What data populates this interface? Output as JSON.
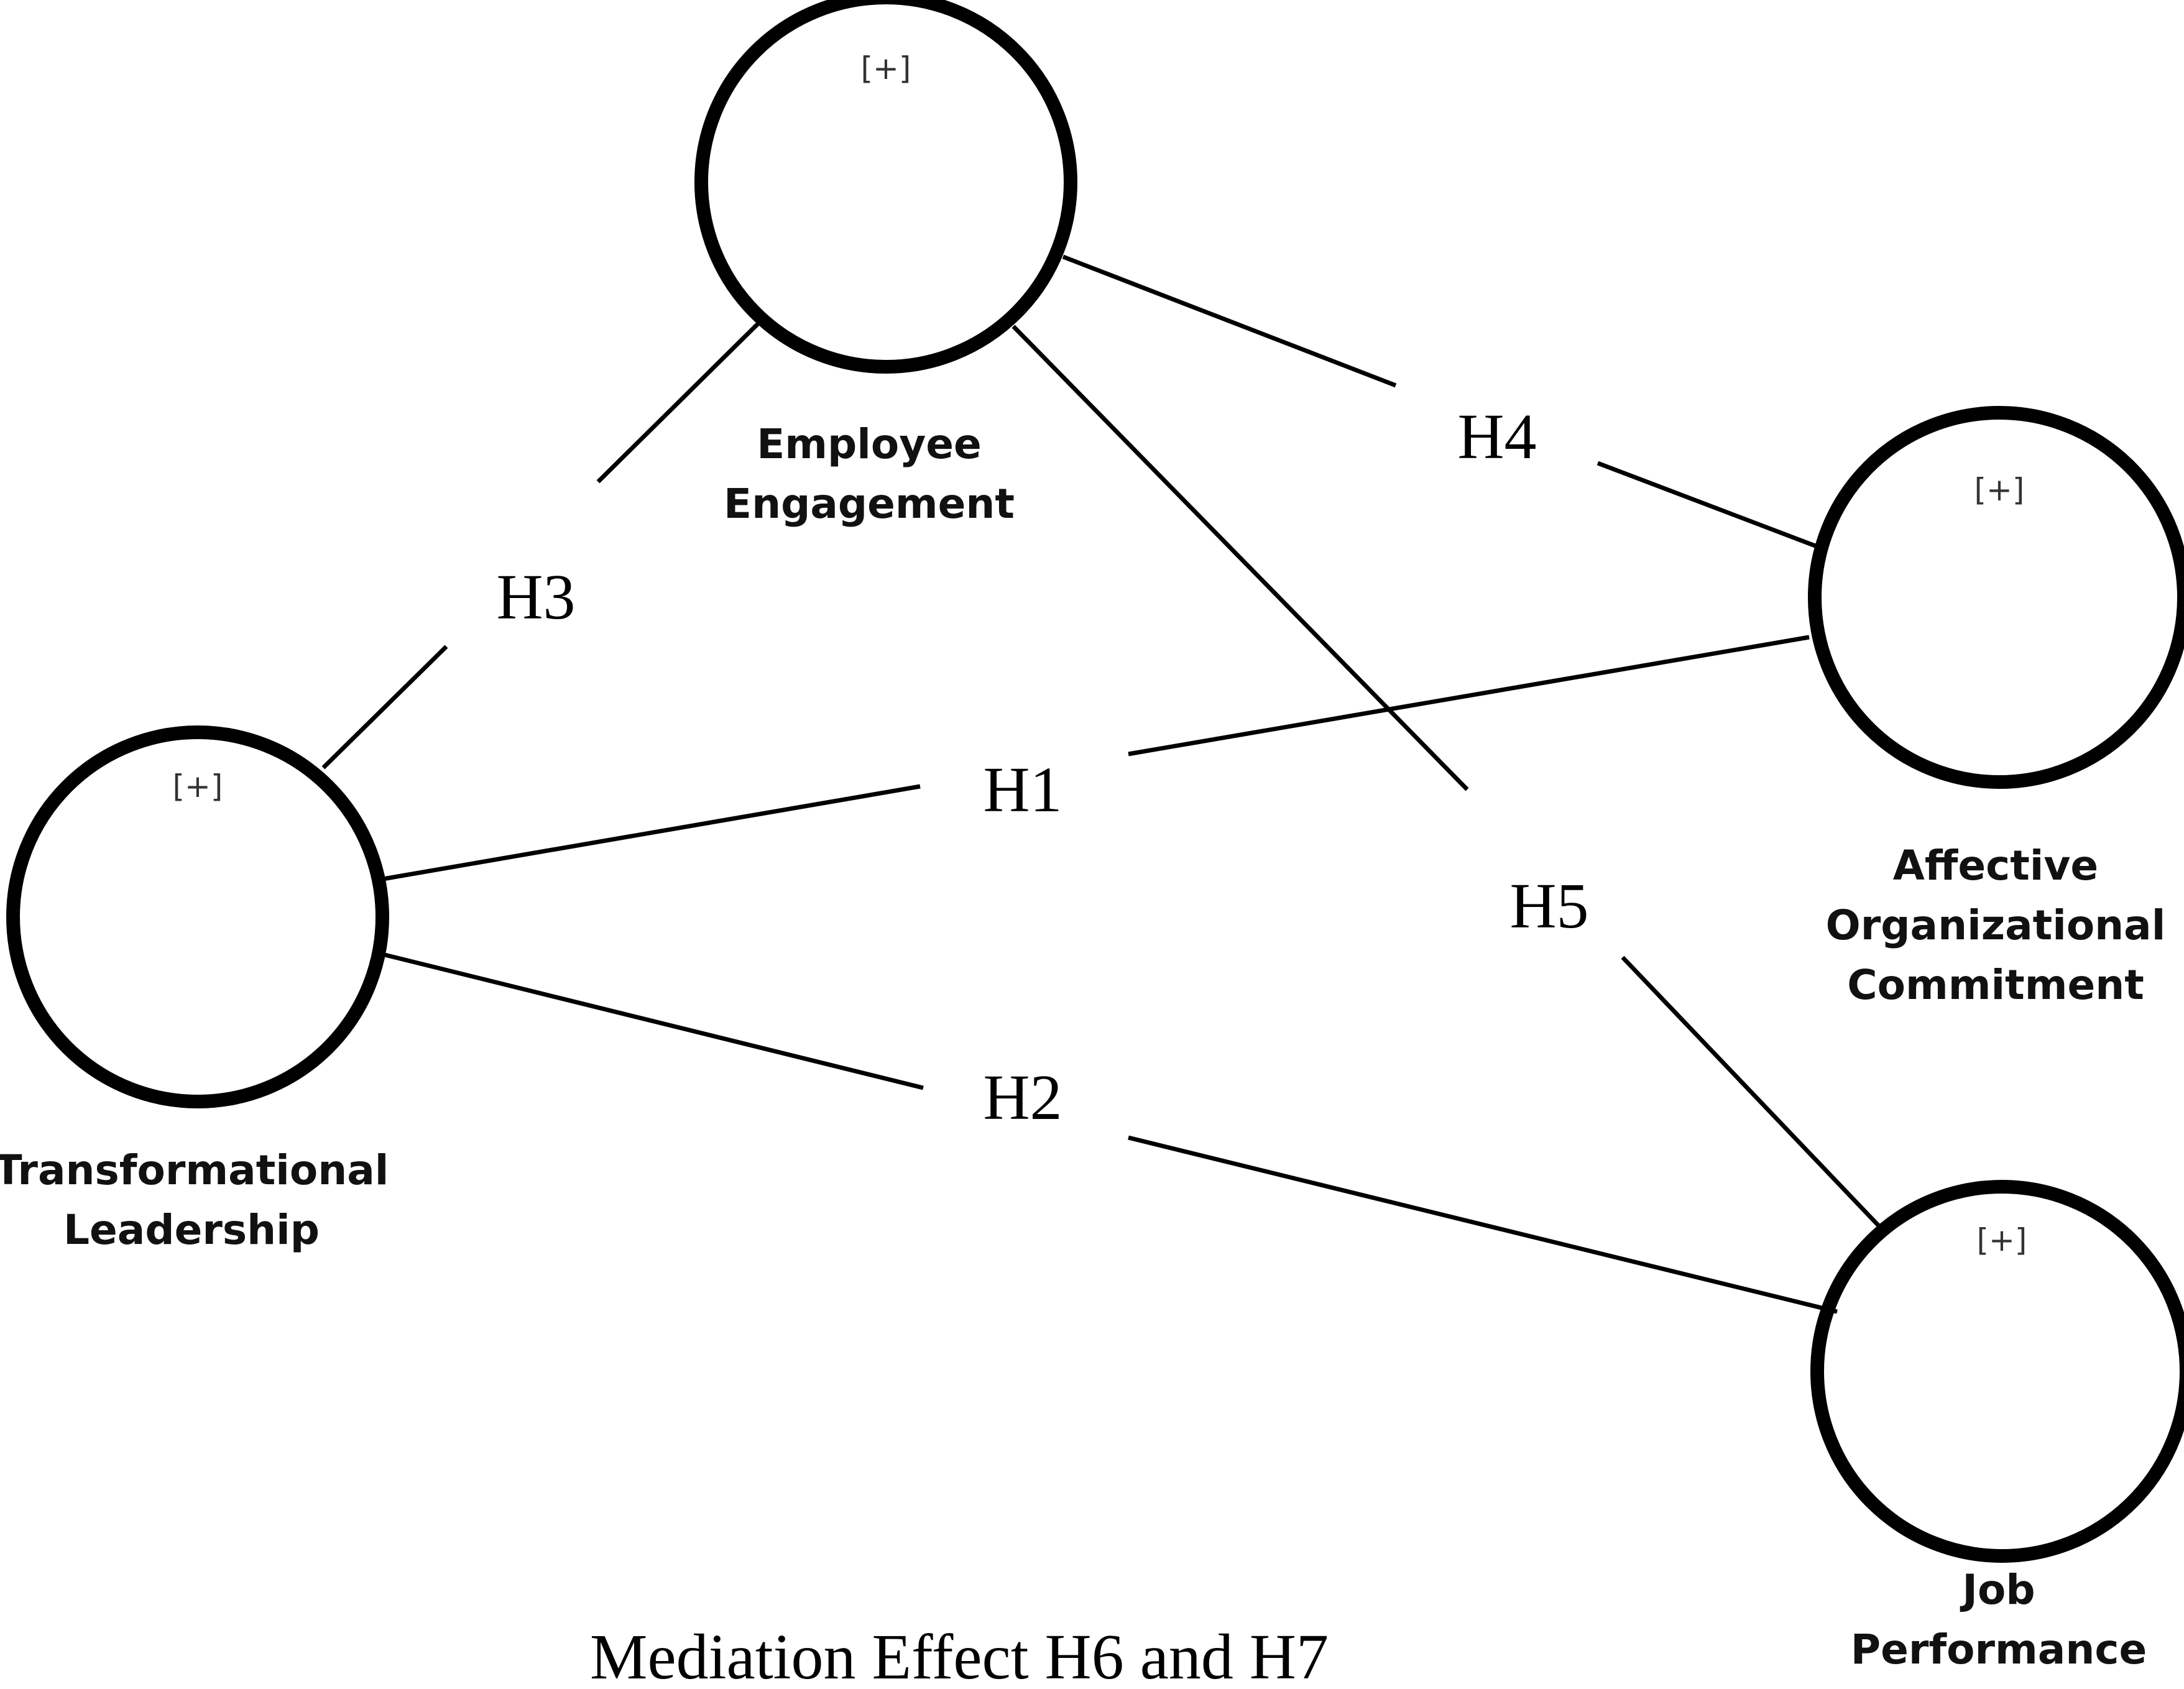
{
  "diagram": {
    "constructs": [
      {
        "id": "tl",
        "name": "construct-transformational-leadership",
        "expand": "[+]",
        "label": [
          "Transformational",
          "Leadership"
        ]
      },
      {
        "id": "ee",
        "name": "construct-employee-engagement",
        "expand": "[+]",
        "label": [
          "Employee",
          "Engagement"
        ]
      },
      {
        "id": "aoc",
        "name": "construct-affective-organizational-commitment",
        "expand": "[+]",
        "label": [
          "Affective",
          "Organizational",
          "Commitment"
        ]
      },
      {
        "id": "jp",
        "name": "construct-job-performance",
        "expand": "[+]",
        "label": [
          "Job",
          "Performance"
        ]
      }
    ],
    "paths": [
      {
        "id": "h1",
        "from": "tl",
        "to": "aoc",
        "label": "H1"
      },
      {
        "id": "h2",
        "from": "tl",
        "to": "jp",
        "label": "H2"
      },
      {
        "id": "h3",
        "from": "tl",
        "to": "ee",
        "label": "H3"
      },
      {
        "id": "h4",
        "from": "ee",
        "to": "aoc",
        "label": "H4"
      },
      {
        "id": "h5",
        "from": "ee",
        "to": "jp",
        "label": "H5"
      }
    ],
    "caption": "Mediation Effect H6 and H7"
  }
}
